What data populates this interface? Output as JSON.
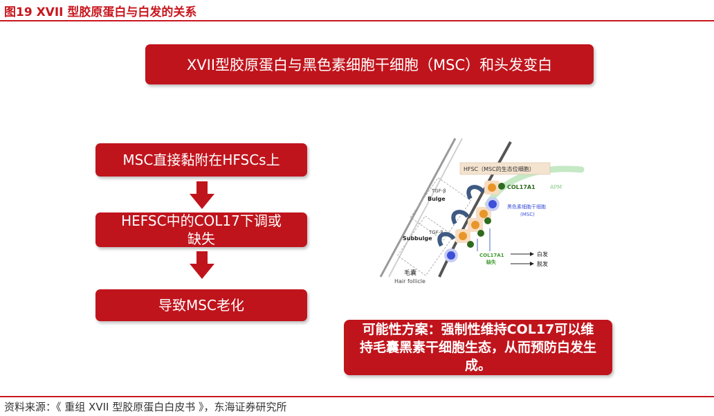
{
  "header": {
    "figure_title": "图19  XVII 型胶原蛋白与白发的关系"
  },
  "main_title": "XVII型胶原蛋白与黑色素细胞干细胞（MSC）和头发变白",
  "flow": {
    "step1": "MSC直接黏附在HFSCs上",
    "step2": "HEFSC中的COL17下调或缺失",
    "step3": "导致MSC老化"
  },
  "conclusion": "可能性方案：强制性维持COL17可以维持毛囊黑素干细胞生态，从而预防白发生成。",
  "diagram": {
    "hfsc_label": "HFSC（MSC的生态位细胞）",
    "col17a1": "COL17A1",
    "apm": "APM",
    "msc_label_cn": "黑色素细胞干细胞",
    "msc_label_en": "(MSC)",
    "bulge": "Bulge",
    "subbulge": "Subbulge",
    "tgf_beta_1": "TGF-β",
    "tgf_beta_2": "TGF-β",
    "col17a1_missing_1": "COL17A1",
    "col17a1_missing_2": "缺失",
    "white_hair": "白发",
    "hair_loss": "脱发",
    "follicle_cn": "毛囊",
    "follicle_en": "Hair follicle"
  },
  "footer": {
    "source": "资料来源：《 重组 XVII 型胶原蛋白白皮书 》，东海证券研究所"
  },
  "colors": {
    "brand_red": "#c8161d",
    "box_red": "#c0141c",
    "col17_green": "#2e6b1f",
    "msc_blue": "#3b4fd8",
    "hfsc_orange": "#e8962a"
  }
}
